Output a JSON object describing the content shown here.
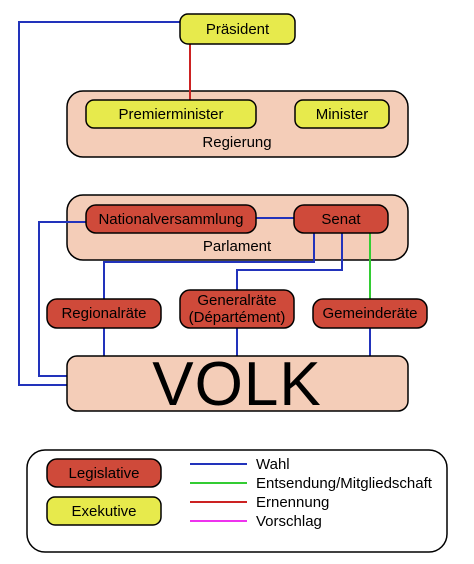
{
  "nodes": {
    "praesident": "Präsident",
    "regierung": "Regierung",
    "premierminister": "Premierminister",
    "minister": "Minister",
    "parlament": "Parlament",
    "nationalversammlung": "Nationalversammlung",
    "senat": "Senat",
    "regionalraete": "Regionalräte",
    "generalraete_1": "Generalräte",
    "generalraete_2": "(Départément)",
    "gemeinderaete": "Gemeinderäte",
    "volk": "VOLK"
  },
  "legend": {
    "legislative": "Legislative",
    "exekutive": "Exekutive",
    "wahl": "Wahl",
    "entsendung": "Entsendung/Mitgliedschaft",
    "ernennung": "Ernennung",
    "vorschlag": "Vorschlag"
  },
  "colors": {
    "legislative_fill": "#cf4a3a",
    "exekutive_fill": "#e7ea4c",
    "group_fill": "#f4cdb8",
    "wahl": "#2233bb",
    "entsendung": "#33cc33",
    "ernennung": "#cc2222",
    "vorschlag": "#ee33ee"
  }
}
